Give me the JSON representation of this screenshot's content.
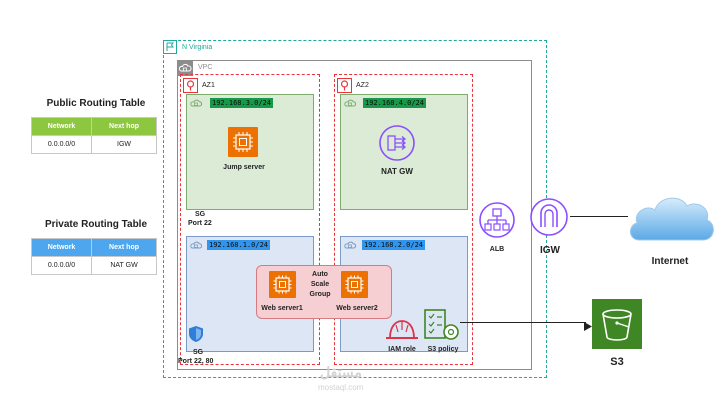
{
  "public_rt": {
    "title": "Public Routing Table",
    "col_network": "Network",
    "col_nexthop": "Next hop",
    "network": "0.0.0.0/0",
    "nexthop": "IGW",
    "header_color": "#8dc63f"
  },
  "private_rt": {
    "title": "Private Routing Table",
    "col_network": "Network",
    "col_nexthop": "Next hop",
    "network": "0.0.0.0/0",
    "nexthop": "NAT GW",
    "header_color": "#4da6ee"
  },
  "region": {
    "label": "N Virginia"
  },
  "vpc": {
    "label": "VPC"
  },
  "az1": {
    "label": "AZ1",
    "public_cidr": "192.168.3.0/24",
    "private_cidr": "192.168.1.0/24"
  },
  "az2": {
    "label": "AZ2",
    "public_cidr": "192.168.4.0/24",
    "private_cidr": "192.168.2.0/24"
  },
  "jump_server": {
    "label": "Jump server"
  },
  "nat_gw": {
    "label": "NAT GW"
  },
  "sg_public": {
    "title": "SG",
    "port": "Port 22"
  },
  "sg_private": {
    "title": "SG",
    "port": "Port 22, 80"
  },
  "asg": {
    "label": "Auto\nScale\nGroup"
  },
  "web1": {
    "label": "Web server1"
  },
  "web2": {
    "label": "Web server2"
  },
  "iam": {
    "label": "IAM role"
  },
  "s3_policy": {
    "label": "S3 policy"
  },
  "alb": {
    "label": "ALB"
  },
  "igw": {
    "label": "IGW"
  },
  "internet": {
    "label": "Internet"
  },
  "s3": {
    "label": "S3"
  },
  "watermark": {
    "text": "مستقل",
    "sub": "mostaql.com"
  },
  "colors": {
    "ec2": "#ed7100",
    "purple": "#8c4fff",
    "s3": "#3f8624",
    "cloud": "#5aa9e6"
  }
}
